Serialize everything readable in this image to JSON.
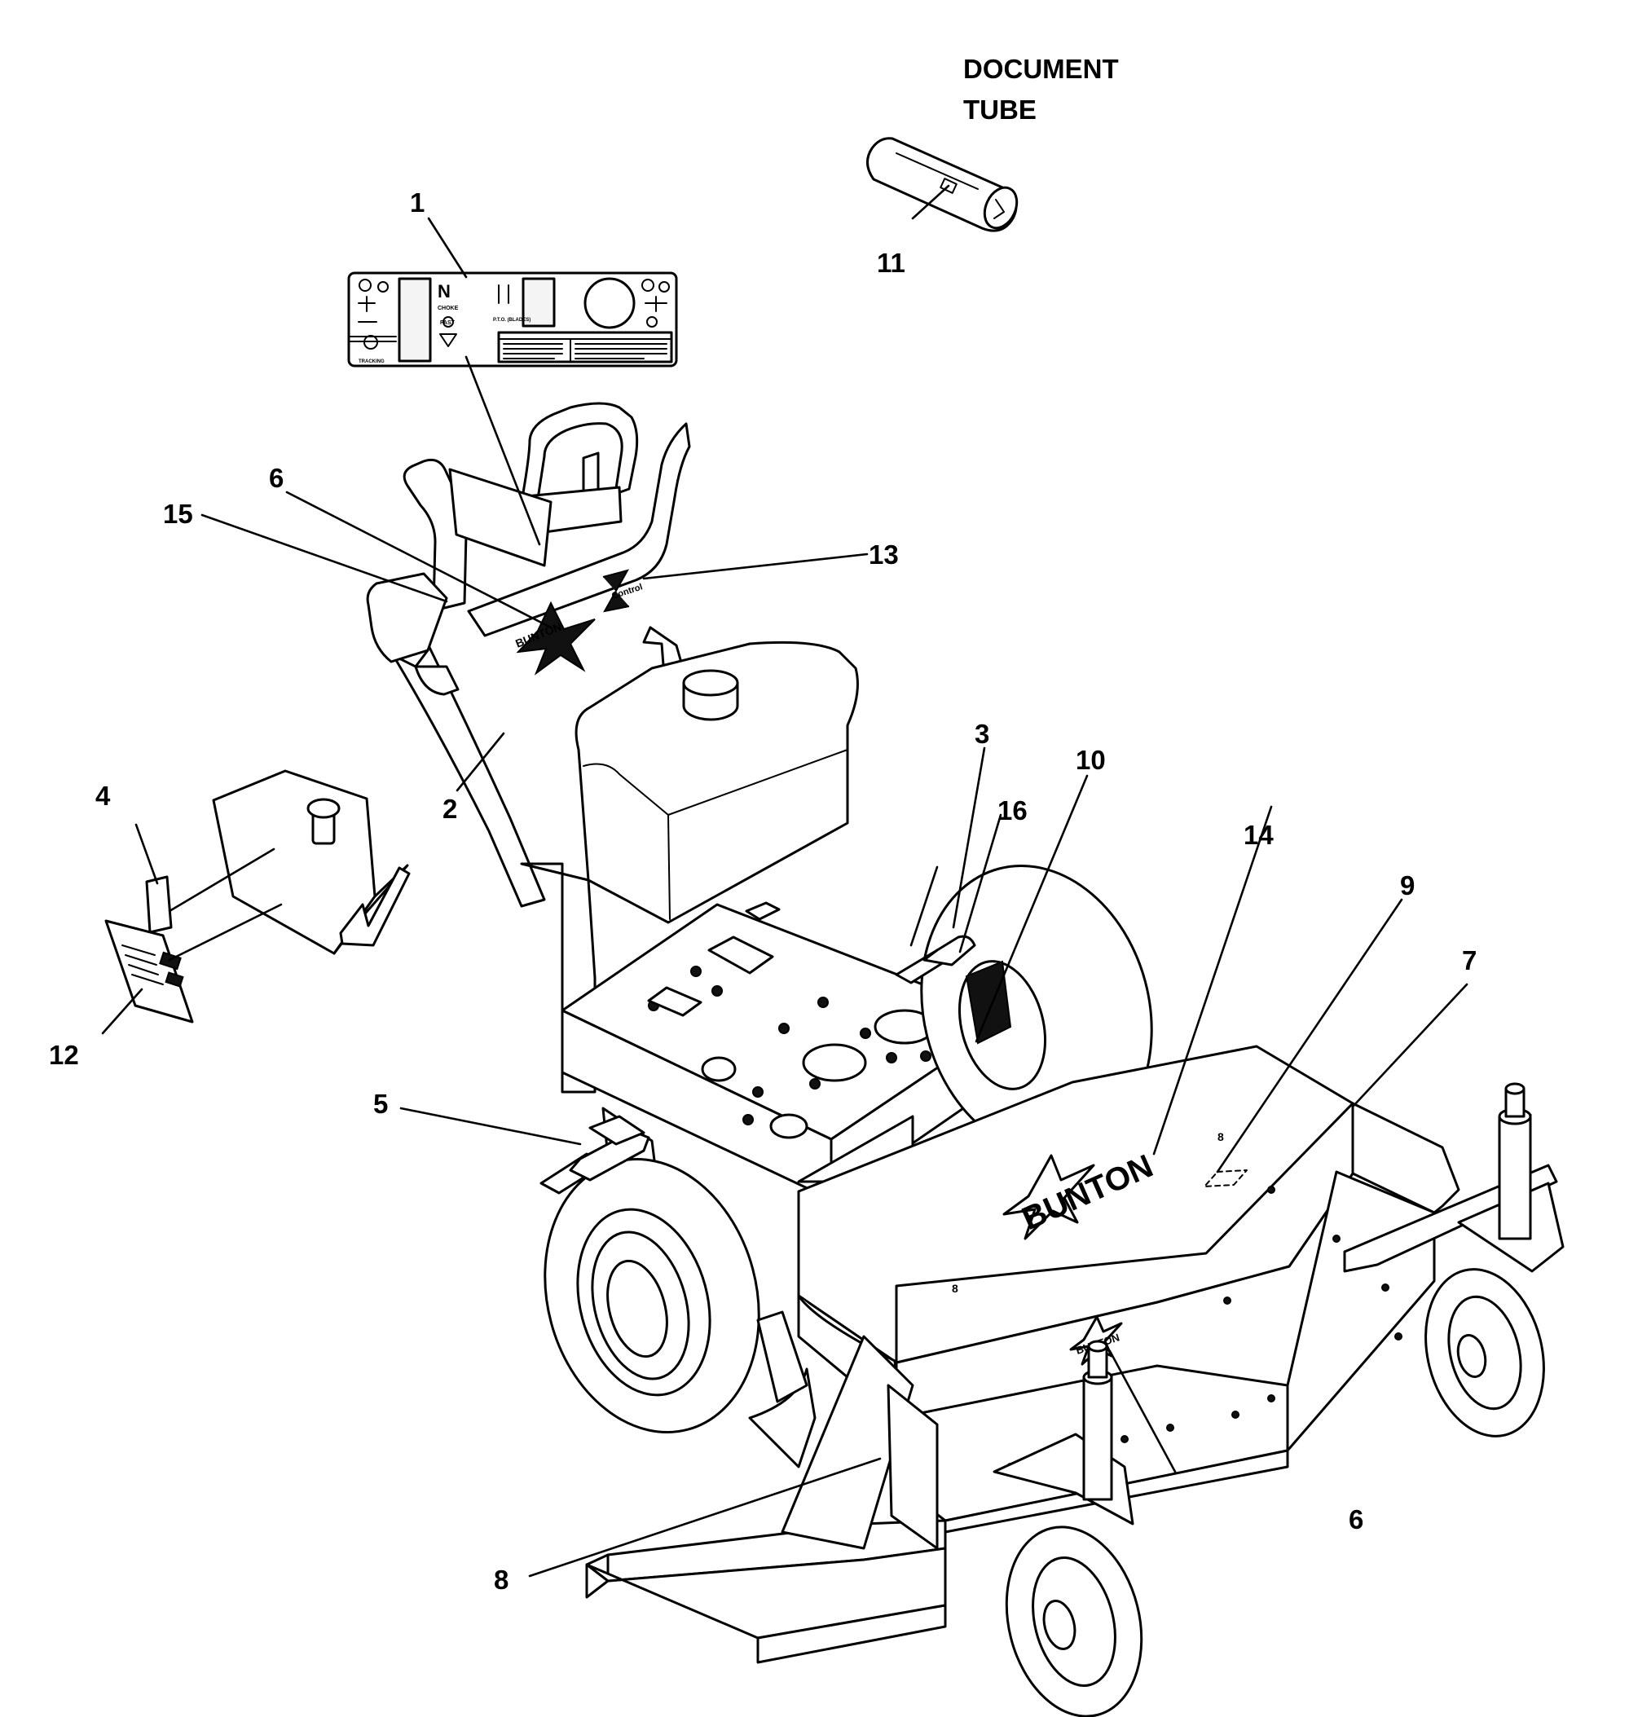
{
  "document_tube": {
    "line1": "DOCUMENT",
    "line2": "TUBE"
  },
  "callouts": [
    {
      "id": "c1",
      "text": "1"
    },
    {
      "id": "c2",
      "text": "2"
    },
    {
      "id": "c3",
      "text": "3"
    },
    {
      "id": "c4",
      "text": "4"
    },
    {
      "id": "c5",
      "text": "5"
    },
    {
      "id": "c6a",
      "text": "6"
    },
    {
      "id": "c6b",
      "text": "6"
    },
    {
      "id": "c7",
      "text": "7"
    },
    {
      "id": "c8",
      "text": "8"
    },
    {
      "id": "c9",
      "text": "9"
    },
    {
      "id": "c10",
      "text": "10"
    },
    {
      "id": "c11",
      "text": "11"
    },
    {
      "id": "c12",
      "text": "12"
    },
    {
      "id": "c13",
      "text": "13"
    },
    {
      "id": "c14",
      "text": "14"
    },
    {
      "id": "c15",
      "text": "15"
    },
    {
      "id": "c16",
      "text": "16"
    }
  ],
  "decals": {
    "brand": "BUNTON",
    "z_control": "Control",
    "control_panel": {
      "neutral": "N",
      "choke": "CHOKE",
      "fast": "FAST",
      "pto": "P.T.O. (BLADES)",
      "tracking": "TRACKING"
    }
  }
}
